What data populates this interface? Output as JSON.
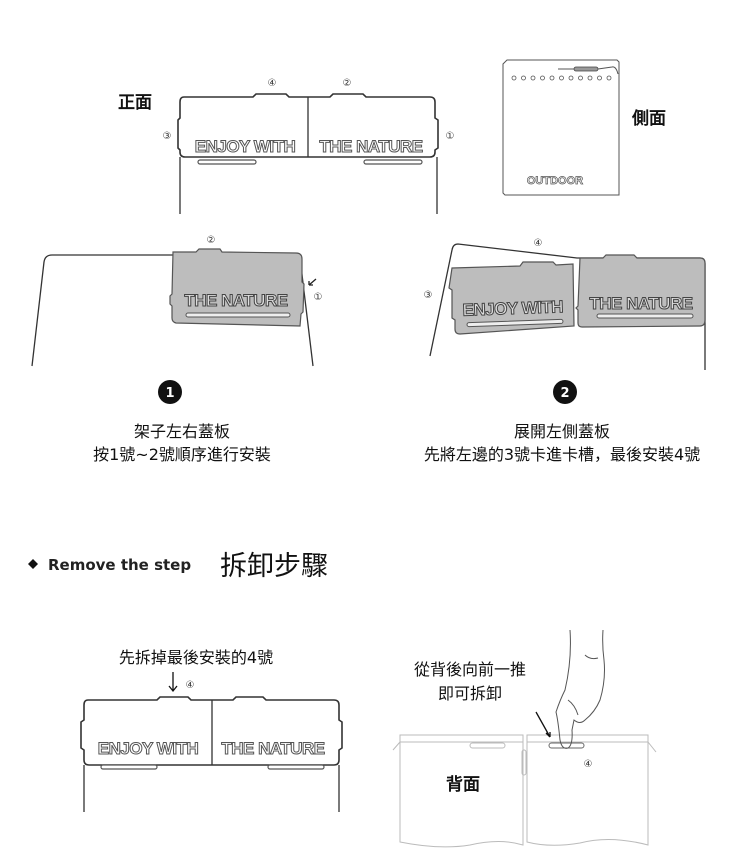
{
  "assembly": {
    "front_label": "正面",
    "side_label": "側面",
    "panel_left_text": "ENJOY WITH",
    "panel_right_text": "THE NATURE",
    "side_logo_text": "OUTDOOR",
    "markers": {
      "one": "①",
      "two": "②",
      "three": "③",
      "four": "④"
    },
    "step1": {
      "badge": "1",
      "title": "架子左右蓋板",
      "description": "按1號~2號順序進行安裝"
    },
    "step2": {
      "badge": "2",
      "title": "展開左側蓋板",
      "description": "先將左邊的3號卡進卡槽，最後安裝4號"
    }
  },
  "removal": {
    "heading_en": "Remove the step",
    "heading_cn": "拆卸步驟",
    "left_instruction": "先拆掉最後安裝的4號",
    "right_instruction_line1": "從背後向前一推",
    "right_instruction_line2": "即可拆卸",
    "back_label": "背面"
  }
}
